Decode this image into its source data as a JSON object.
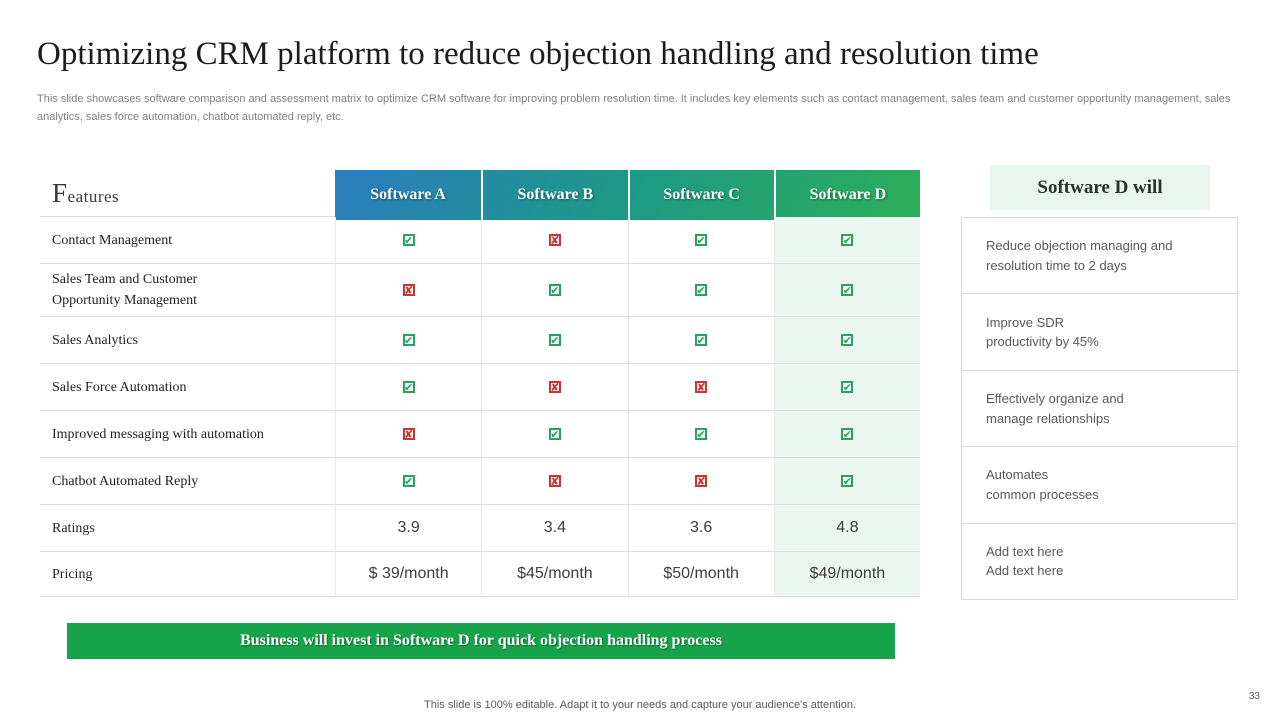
{
  "slide": {
    "title": "Optimizing CRM platform to reduce objection handling and resolution time",
    "subtitle": "This slide showcases software comparison and assessment matrix to optimize CRM software for improving problem resolution time. It includes key elements such as contact management, sales team and customer opportunity management, sales analytics, sales force automation, chatbot automated reply, etc.",
    "footer_note": "This slide is 100% editable. Adapt it to your needs and capture your audience's attention.",
    "page_number": "33"
  },
  "table": {
    "features_label": "Features",
    "columns": [
      "Software A",
      "Software B",
      "Software C",
      "Software D"
    ],
    "rows": [
      {
        "label": "Contact Management",
        "values": [
          "yes",
          "no",
          "yes",
          "yes"
        ]
      },
      {
        "label": "Sales Team and Customer\nOpportunity Management",
        "values": [
          "no",
          "yes",
          "yes",
          "yes"
        ]
      },
      {
        "label": "Sales Analytics",
        "values": [
          "yes",
          "yes",
          "yes",
          "yes"
        ]
      },
      {
        "label": "Sales Force Automation",
        "values": [
          "yes",
          "no",
          "no",
          "yes"
        ]
      },
      {
        "label": "Improved messaging with automation",
        "values": [
          "no",
          "yes",
          "yes",
          "yes"
        ]
      },
      {
        "label": "Chatbot Automated Reply",
        "values": [
          "yes",
          "no",
          "no",
          "yes"
        ]
      },
      {
        "label": "Ratings",
        "values": [
          "3.9",
          "3.4",
          "3.6",
          "4.8"
        ]
      },
      {
        "label": "Pricing",
        "values": [
          "$ 39/month",
          "$45/month",
          "$50/month",
          "$49/month"
        ]
      }
    ]
  },
  "sidebar": {
    "title": "Software D will",
    "items": [
      "Reduce objection managing and\nresolution time to 2 days",
      "Improve SDR\nproductivity by 45%",
      "Effectively organize and\nmanage relationships",
      "Automates\ncommon processes",
      "Add text here\nAdd text here"
    ]
  },
  "banner": {
    "text": "Business will invest in Software D for quick objection handling process"
  },
  "colors": {
    "header_gradient_start": "#2b7cc0",
    "header_gradient_end": "#2cae58",
    "check_green": "#27a35e",
    "cross_red": "#cc3333",
    "highlight_column_bg": "#eaf6ef",
    "banner_green": "#17a34b",
    "sidebar_header_bg": "#e9f6ee"
  }
}
